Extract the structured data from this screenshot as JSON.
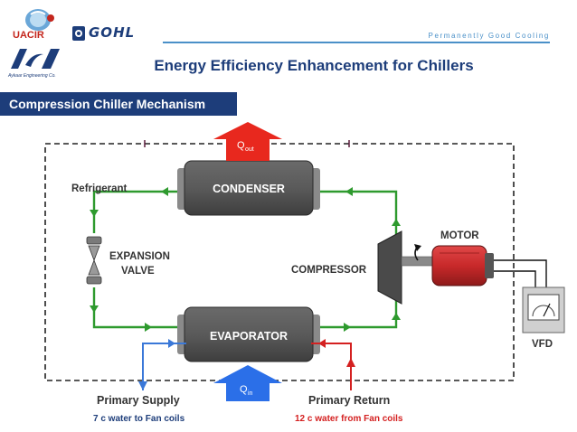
{
  "header": {
    "logo_left_text": "UACIR",
    "logo_brand_text": "GOHL",
    "tagline": "Permanently Good Cooling",
    "company_caption": "Aykaar Engineering Co."
  },
  "title": "Energy Efficiency Enhancement for Chillers",
  "section_label": "Compression Chiller Mechanism",
  "diagram": {
    "q_out": "Q",
    "q_out_sub": "out",
    "q_in": "Q",
    "q_in_sub": "in",
    "condenser": "CONDENSER",
    "evaporator": "EVAPORATOR",
    "refrigerant": "Refrigerant",
    "expansion_line1": "EXPANSION",
    "expansion_line2": "VALVE",
    "compressor": "COMPRESSOR",
    "motor": "MOTOR",
    "vfd": "VFD",
    "primary_supply": "Primary Supply",
    "primary_return": "Primary Return",
    "supply_note": "7 c water to Fan coils",
    "return_note": "12 c water from Fan coils",
    "colors": {
      "refrigerant_line": "#2e9a2e",
      "supply_line": "#3a78d8",
      "return_line": "#d42020",
      "q_out_arrow": "#e8281e",
      "q_in_arrow": "#2b6fe8",
      "motor": "#c8292a",
      "brand": "#1d3d7a"
    }
  }
}
